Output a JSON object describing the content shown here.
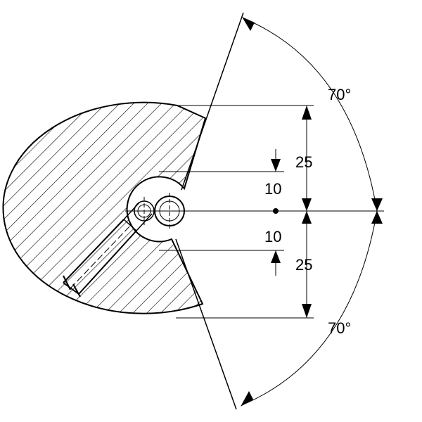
{
  "labels": {
    "angle_top": "70°",
    "angle_bottom": "70°",
    "offset_upper": "25",
    "offset_lower": "25",
    "inner_upper": "10",
    "inner_lower": "10"
  },
  "colors": {
    "line": "#000000",
    "background": "#ffffff"
  }
}
